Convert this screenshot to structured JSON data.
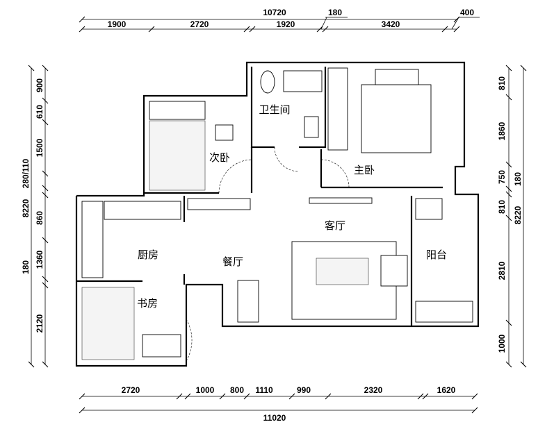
{
  "dimensions": {
    "top": {
      "total": "10720",
      "segments": [
        "1900",
        "2720",
        "1920",
        "3420"
      ],
      "callout_left": "180",
      "callout_right": "400"
    },
    "bottom": {
      "total": "11020",
      "segments": [
        "2720",
        "1000",
        "800",
        "1110",
        "990",
        "2320",
        "1620"
      ]
    },
    "left": {
      "total": "8220",
      "segments": [
        "900",
        "610",
        "1500",
        "860",
        "1360",
        "2120"
      ],
      "callout_upper": "280/110",
      "callout_lower": "180"
    },
    "right": {
      "total": "8220",
      "segments": [
        "810",
        "1860",
        "750",
        "810",
        "2810",
        "1000"
      ],
      "callout": "180"
    }
  },
  "rooms": {
    "bathroom": "卫生间",
    "second_bedroom": "次卧",
    "master_bedroom": "主卧",
    "living_room": "客厅",
    "kitchen": "厨房",
    "dining_room": "餐厅",
    "balcony": "阳台",
    "study": "书房"
  }
}
